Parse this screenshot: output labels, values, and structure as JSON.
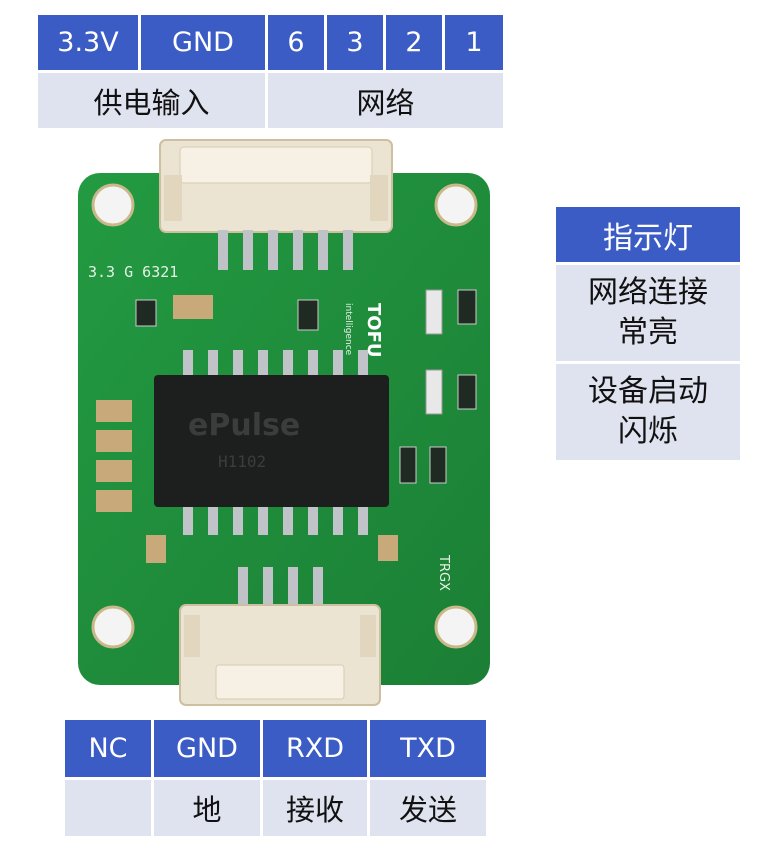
{
  "top_pins": {
    "headers": [
      "3.3V",
      "GND",
      "6",
      "3",
      "2",
      "1"
    ],
    "groups": {
      "power": "供电输入",
      "network": "网络"
    }
  },
  "bottom_pins": {
    "headers": [
      "NC",
      "GND",
      "RXD",
      "TXD"
    ],
    "descriptions": [
      "",
      "地",
      "接收",
      "发送"
    ]
  },
  "led_legend": {
    "title": "指示灯",
    "network_line1": "网络连接",
    "network_line2": "常亮",
    "boot_line1": "设备启动",
    "boot_line2": "闪烁"
  },
  "board": {
    "silk_pins": "3.3 G 6321",
    "brand": "TOFU",
    "brand_sub": "intelligence",
    "chip_brand": "ePulse",
    "chip_part": "H1102",
    "uart_label": "TRGX"
  },
  "colors": {
    "header_blue": "#3b5cc4",
    "cell_gray": "#dfe2ef",
    "pcb_green": "#1f8a3a"
  }
}
